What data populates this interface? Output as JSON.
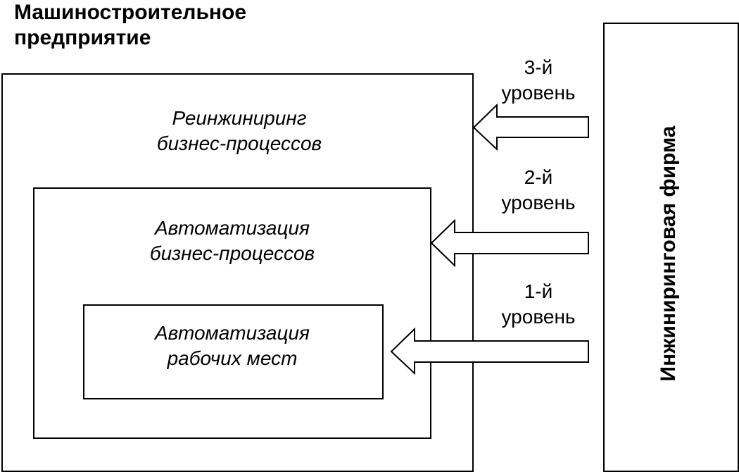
{
  "enterprise": {
    "title_line1": "Машиностроительное",
    "title_line2": "предприятие"
  },
  "levels": [
    {
      "name": "Реинжиниринг",
      "name2": "бизнес-процессов",
      "level_line1": "3-й",
      "level_line2": "уровень"
    },
    {
      "name": "Автоматизация",
      "name2": "бизнес-процессов",
      "level_line1": "2-й",
      "level_line2": "уровень"
    },
    {
      "name": "Автоматизация",
      "name2": "рабочих мест",
      "level_line1": "1-й",
      "level_line2": "уровень"
    }
  ],
  "firm": {
    "label": "Инжиниринговая фирма"
  }
}
